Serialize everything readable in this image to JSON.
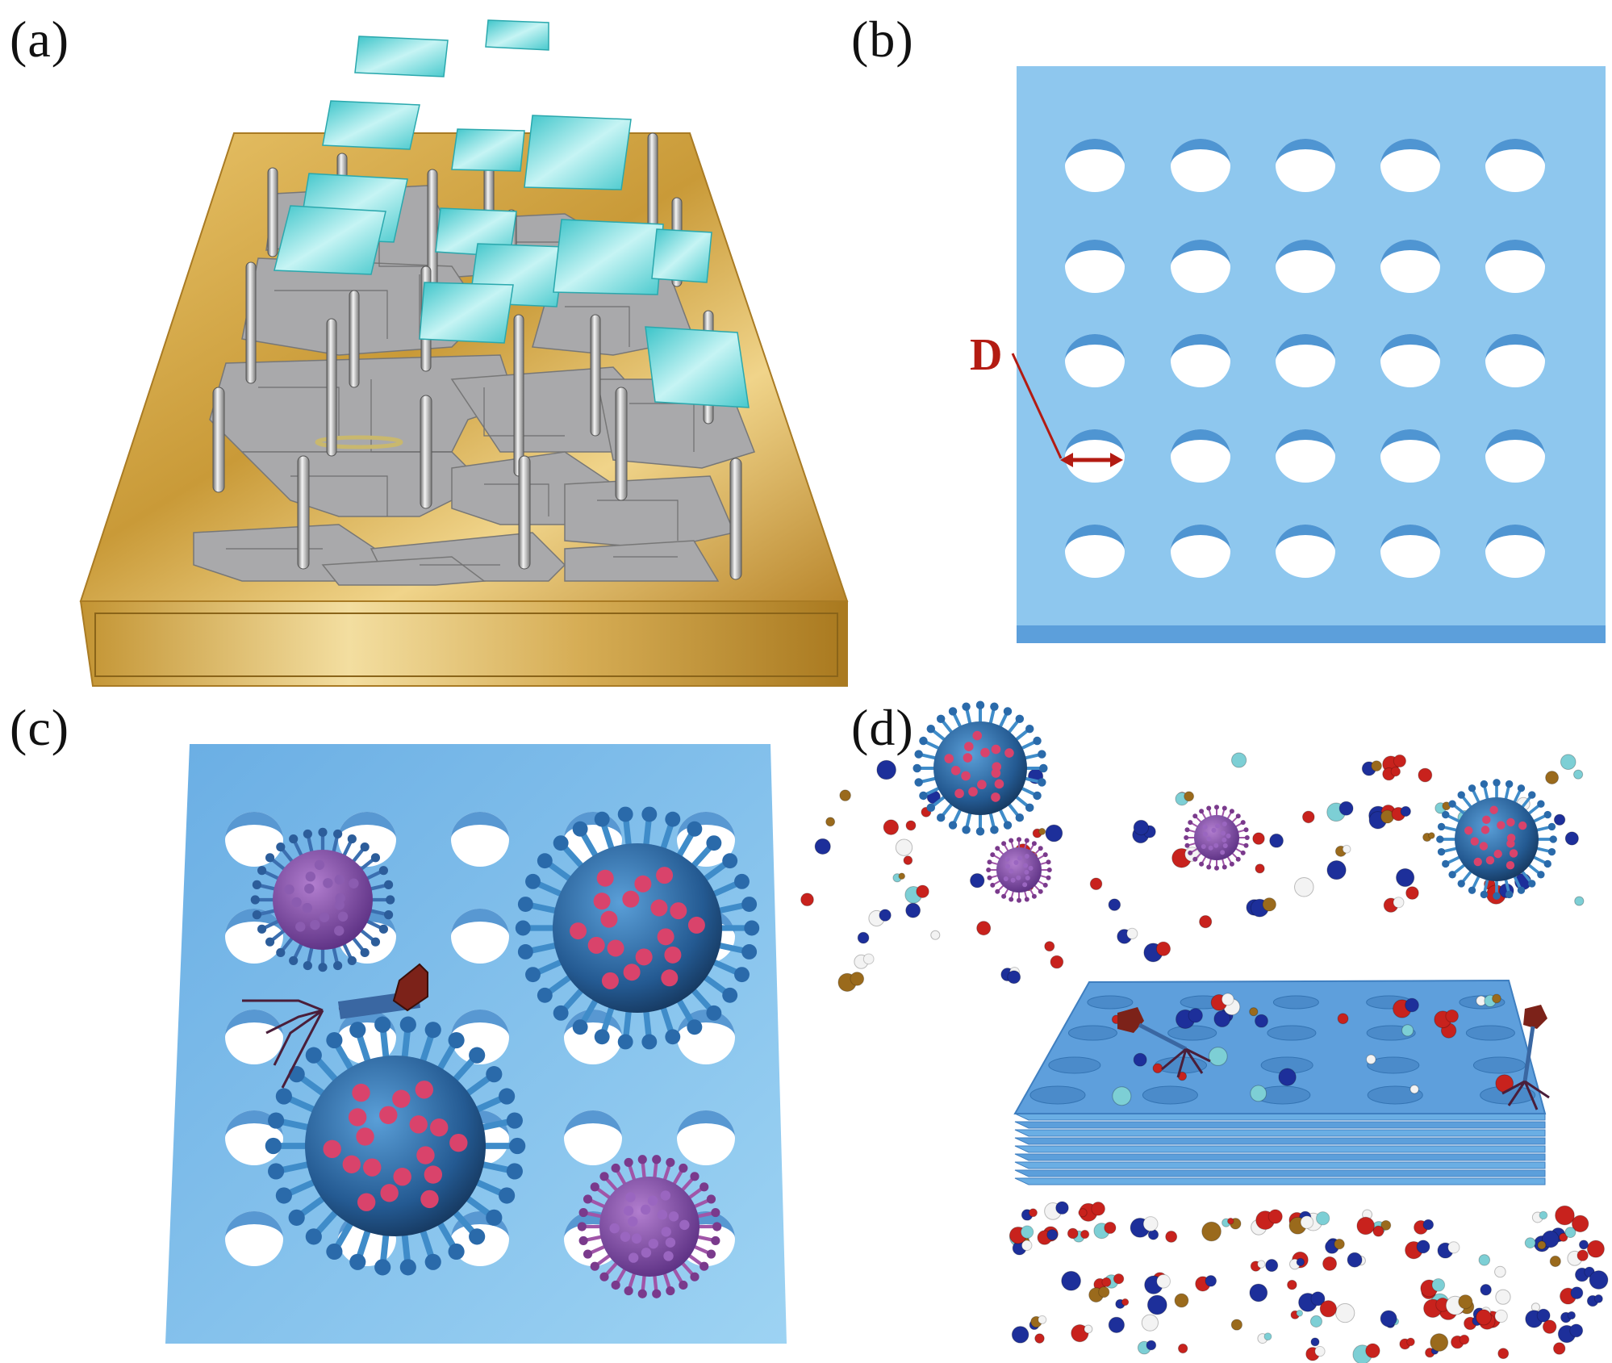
{
  "figure": {
    "panels": [
      {
        "id": "a",
        "label": "(a)"
      },
      {
        "id": "b",
        "label": "(b)"
      },
      {
        "id": "c",
        "label": "(c)"
      },
      {
        "id": "d",
        "label": "(d)"
      }
    ],
    "dimension_label": "D",
    "colors": {
      "gold": "#d8a94a",
      "gold_dark": "#a87a22",
      "graphene_gray": "#a8a8aa",
      "flake_cyan": "#5fd6d9",
      "membrane_blue": "#8ec7ee",
      "membrane_blue_dark": "#4f95d2",
      "arrow_red": "#b31b12",
      "virus_blue": "#2a5f9a",
      "virus_pink": "#d9436b",
      "virus_purple": "#7a4c9c",
      "phage_brown": "#7c2219"
    }
  }
}
